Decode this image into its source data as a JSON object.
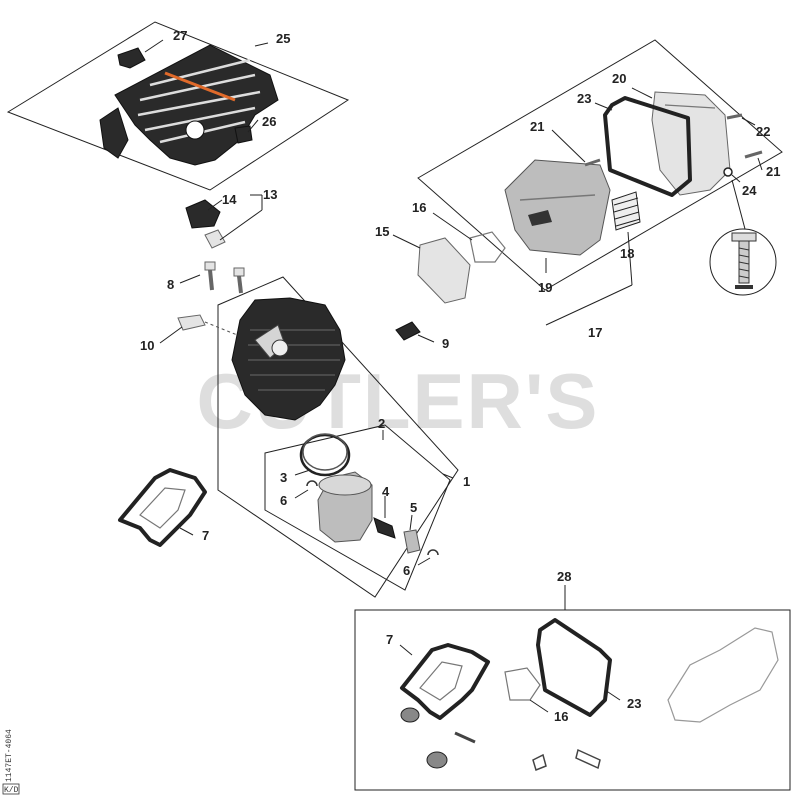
{
  "watermark": "CUTLER'S",
  "side_code": "1147ET-4064",
  "side_code_box": "K/D",
  "callouts": {
    "c1": "1",
    "c2": "2",
    "c3": "3",
    "c4": "4",
    "c5": "5",
    "c6a": "6",
    "c6b": "6",
    "c7a": "7",
    "c7b": "7",
    "c8": "8",
    "c9": "9",
    "c10": "10",
    "c13": "13",
    "c14": "14",
    "c15": "15",
    "c16a": "16",
    "c16b": "16",
    "c17": "17",
    "c18": "18",
    "c19": "19",
    "c20": "20",
    "c21a": "21",
    "c21b": "21",
    "c22": "22",
    "c23a": "23",
    "c23b": "23",
    "c24": "24",
    "c25": "25",
    "c26": "26",
    "c27": "27",
    "c28": "28"
  }
}
